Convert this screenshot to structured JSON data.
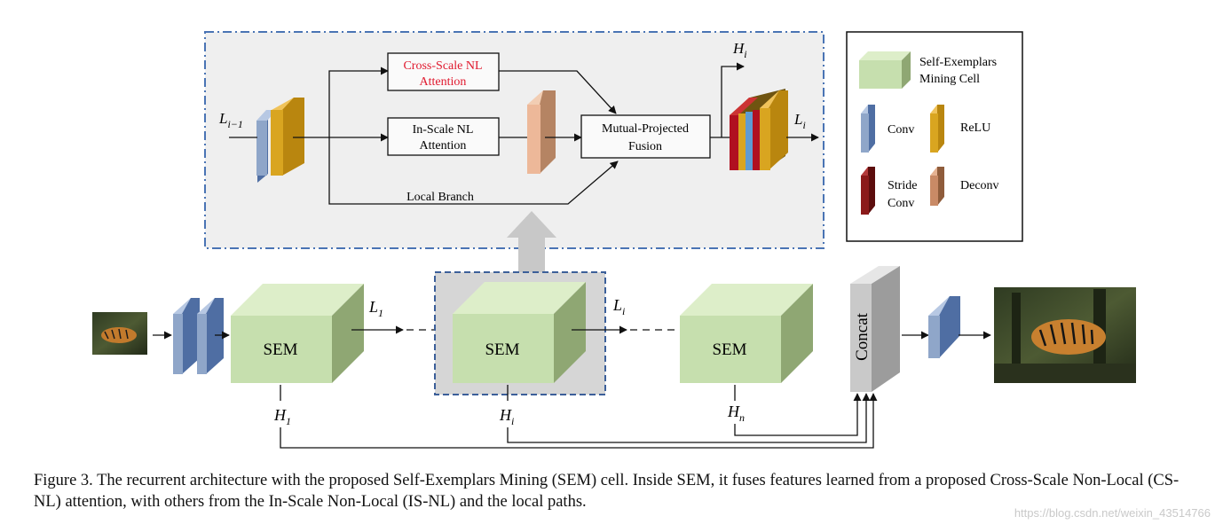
{
  "top_panel": {
    "input_label_base": "L",
    "input_label_sub": "i−1",
    "cross_scale_line1": "Cross-Scale NL",
    "cross_scale_line2": "Attention",
    "in_scale_line1": "In-Scale NL",
    "in_scale_line2": "Attention",
    "fusion_line1": "Mutual-Projected",
    "fusion_line2": "Fusion",
    "local_branch": "Local Branch",
    "out_h_base": "H",
    "out_h_sub": "i",
    "out_l_base": "L",
    "out_l_sub": "i"
  },
  "legend": {
    "sem_line1": "Self-Exemplars",
    "sem_line2": "Mining Cell",
    "conv": "Conv",
    "relu": "ReLU",
    "stride_line1": "Stride",
    "stride_line2": "Conv",
    "deconv": "Deconv"
  },
  "pipeline": {
    "sem1": "SEM",
    "sem2": "SEM",
    "sem3": "SEM",
    "l1_base": "L",
    "l1_sub": "1",
    "li_base": "L",
    "li_sub": "i",
    "h1_base": "H",
    "h1_sub": "1",
    "hi_base": "H",
    "hi_sub": "i",
    "hn_base": "H",
    "hn_sub": "n",
    "concat": "Concat"
  },
  "colors": {
    "red_text": "#e0182d",
    "conv": "#8fa6c9",
    "relu": "#d9a520",
    "stride_conv": "#8b1a1a",
    "deconv": "#c98a66",
    "sem_front": "#c6dfae",
    "sem_top": "#ddeec9",
    "sem_side": "#8fa773",
    "panel_border": "#4a74b4"
  },
  "caption": "Figure 3. The recurrent architecture with the proposed Self-Exemplars Mining (SEM) cell. Inside SEM, it fuses features learned from a proposed Cross-Scale Non-Local (CS-NL) attention, with others from the In-Scale Non-Local (IS-NL) and the local paths.",
  "watermark": "https://blog.csdn.net/weixin_43514766"
}
